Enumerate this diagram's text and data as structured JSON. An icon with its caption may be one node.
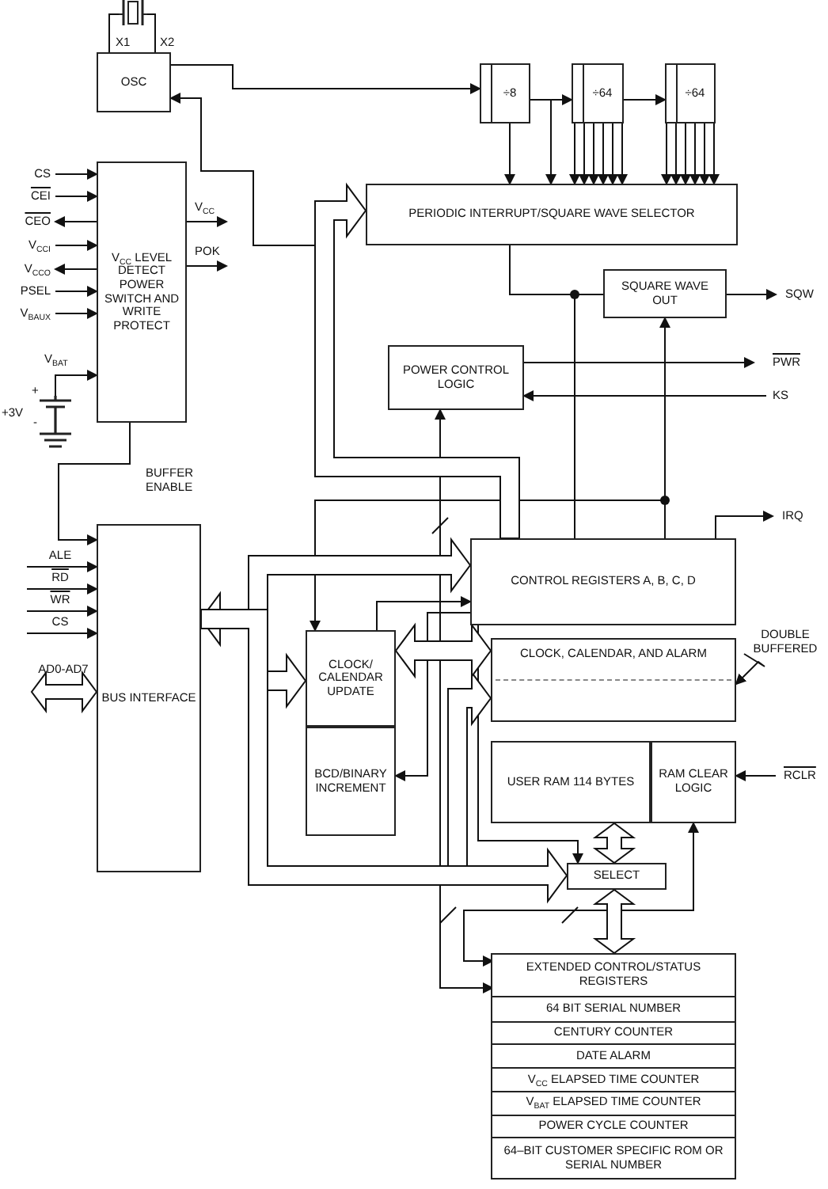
{
  "diagram": {
    "nodes": [
      {
        "text": [],
        "shape": "crystal"
      },
      {
        "text": [
          "OSC"
        ]
      },
      {
        "text": [
          "÷8"
        ]
      },
      {
        "text": [
          "÷64"
        ]
      },
      {
        "text": [
          "÷64"
        ]
      },
      {
        "text": [
          "PERIODIC INTERRUPT/SQUARE WAVE SELECTOR"
        ]
      },
      {
        "text": [
          "V$_{CC}$ LEVEL DETECT POWER SWITCH AND WRITE PROTECT"
        ]
      },
      {
        "text": [
          "SQUARE WAVE OUT"
        ]
      },
      {
        "text": [],
        "shape": "battery",
        "beside": [
          "+",
          "+3V",
          "-"
        ]
      },
      {
        "text": [
          "POWER CONTROL LOGIC"
        ]
      },
      {
        "text": [
          "BUS INTERFACE"
        ]
      },
      {
        "text": [
          "CONTROL REGISTERS A, B, C, D"
        ]
      },
      {
        "text": [
          "CLOCK/ CALENDAR UPDATE"
        ]
      },
      {
        "text": [
          "BCD/BINARY INCREMENT"
        ]
      },
      {
        "text": [
          "CLOCK, CALENDAR, AND ALARM"
        ]
      },
      {
        "text": [
          "DOUBLE BUFFERED"
        ]
      },
      {
        "text": [
          "USER RAM 114 BYTES"
        ]
      },
      {
        "text": [
          "RAM CLEAR LOGIC"
        ]
      },
      {
        "text": [
          "SELECT"
        ]
      },
      {
        "text": [],
        "shape": "box"
      },
      {
        "text": [
          "EXTENDED CONTROL/STATUS REGISTERS"
        ],
        "in": 19
      },
      {
        "text": [
          "64 BIT SERIAL NUMBER"
        ],
        "in": 19
      },
      {
        "text": [
          "CENTURY COUNTER"
        ],
        "in": 19
      },
      {
        "text": [
          "DATE ALARM"
        ],
        "in": 19
      },
      {
        "text": [
          "V$_{CC}$ ELAPSED TIME COUNTER"
        ],
        "in": 19
      },
      {
        "text": [
          "V$_{BAT}$ ELAPSED TIME COUNTER"
        ],
        "in": 19
      },
      {
        "text": [
          "POWER CYCLE COUNTER"
        ],
        "in": 19
      },
      {
        "text": [
          "64–BIT CUSTOMER SPECIFIC ROM OR SERIAL NUMBER"
        ],
        "in": 19
      }
    ],
    "edges": [
      {
        "from": 0,
        "to": 1,
        "arrow": "none",
        "label": "X1"
      },
      {
        "from": 0,
        "to": 1,
        "arrow": "none",
        "label": "X2"
      },
      {
        "from": 1,
        "to": 2,
        "arrow": "to"
      },
      {
        "from": 2,
        "to": 3,
        "arrow": "to"
      },
      {
        "from": 3,
        "to": 4,
        "arrow": "to"
      },
      {
        "from": 2,
        "to": 5,
        "arrow": "to"
      },
      {
        "from": 2,
        "to": 5,
        "arrow": "to"
      },
      {
        "from": 3,
        "to": 5,
        "arrow": "to"
      },
      {
        "from": 3,
        "to": 5,
        "arrow": "to"
      },
      {
        "from": 3,
        "to": 5,
        "arrow": "to"
      },
      {
        "from": 3,
        "to": 5,
        "arrow": "to"
      },
      {
        "from": 3,
        "to": 5,
        "arrow": "to"
      },
      {
        "from": 3,
        "to": 5,
        "arrow": "to"
      },
      {
        "from": 4,
        "to": 5,
        "arrow": "to"
      },
      {
        "from": 4,
        "to": 5,
        "arrow": "to"
      },
      {
        "from": 4,
        "to": 5,
        "arrow": "to"
      },
      {
        "from": 4,
        "to": 5,
        "arrow": "to"
      },
      {
        "from": 4,
        "to": 5,
        "arrow": "to"
      },
      {
        "from": 4,
        "to": 5,
        "arrow": "to"
      },
      {
        "from": null,
        "to": 6,
        "arrow": "to",
        "label": "CS"
      },
      {
        "from": null,
        "to": 6,
        "arrow": "to",
        "label": "CEI"
      },
      {
        "from": 6,
        "to": null,
        "arrow": "to",
        "label": "CEO"
      },
      {
        "from": null,
        "to": 6,
        "arrow": "to",
        "label": "V$_{CCI}$"
      },
      {
        "from": 6,
        "to": null,
        "arrow": "to",
        "label": "V$_{CCO}$"
      },
      {
        "from": null,
        "to": 6,
        "arrow": "to",
        "label": "PSEL"
      },
      {
        "from": null,
        "to": 6,
        "arrow": "to",
        "label": "V$_{BAUX}$"
      },
      {
        "from": 8,
        "to": 6,
        "arrow": "to",
        "label": "V$_{BAT}$"
      },
      {
        "from": 6,
        "to": null,
        "arrow": "to",
        "label": "V$_{CC}$"
      },
      {
        "from": 6,
        "to": null,
        "arrow": "to",
        "label": "POK"
      },
      {
        "from": 6,
        "to": 10,
        "arrow": "to",
        "label": "BUFFER ENABLE"
      },
      {
        "from": null,
        "to": 10,
        "arrow": "to",
        "label": "ALE"
      },
      {
        "from": null,
        "to": 10,
        "arrow": "to",
        "label": "RD"
      },
      {
        "from": null,
        "to": 10,
        "arrow": "to",
        "label": "WR"
      },
      {
        "from": null,
        "to": 10,
        "arrow": "to",
        "label": "CS"
      },
      {
        "from": null,
        "to": 10,
        "arrow": "both",
        "label": "AD0-AD7",
        "style": "thick"
      },
      {
        "from": 11,
        "to": 5,
        "arrow": "to",
        "style": "thick"
      },
      {
        "from": 11,
        "to": 1,
        "arrow": "to"
      },
      {
        "from": 5,
        "to": 7,
        "arrow": "none"
      },
      {
        "from": 7,
        "to": null,
        "arrow": "to",
        "label": "SQW"
      },
      {
        "from": 9,
        "to": null,
        "arrow": "to",
        "label": "PWR"
      },
      {
        "from": null,
        "to": 9,
        "arrow": "to",
        "label": "KS"
      },
      {
        "from": 20,
        "to": 9,
        "arrow": "both"
      },
      {
        "from": 11,
        "to": 7,
        "arrow": "to"
      },
      {
        "from": 5,
        "to": 11,
        "arrow": "none"
      },
      {
        "from": 11,
        "to": null,
        "arrow": "to",
        "label": "IRQ"
      },
      {
        "from": 10,
        "to": 11,
        "arrow": "both",
        "style": "thick"
      },
      {
        "from": 10,
        "to": 12,
        "arrow": "to",
        "style": "thick"
      },
      {
        "from": 10,
        "to": 14,
        "arrow": "to",
        "style": "thick"
      },
      {
        "from": 10,
        "to": 18,
        "arrow": "to",
        "style": "thick"
      },
      {
        "from": 12,
        "to": 14,
        "arrow": "both",
        "style": "thick"
      },
      {
        "from": 11,
        "to": 12,
        "arrow": "to"
      },
      {
        "from": 12,
        "to": 11,
        "arrow": "to"
      },
      {
        "from": 11,
        "to": 13,
        "arrow": "to"
      },
      {
        "from": 16,
        "to": 18,
        "arrow": "both",
        "style": "thick"
      },
      {
        "from": 18,
        "to": 19,
        "arrow": "both",
        "style": "thick"
      },
      {
        "from": null,
        "to": 17,
        "arrow": "to",
        "label": "RCLR"
      },
      {
        "from": 17,
        "to": 20,
        "arrow": "both"
      },
      {
        "from": 11,
        "to": 18,
        "arrow": "to"
      },
      {
        "from": 15,
        "to": 14,
        "arrow": "to"
      }
    ]
  }
}
